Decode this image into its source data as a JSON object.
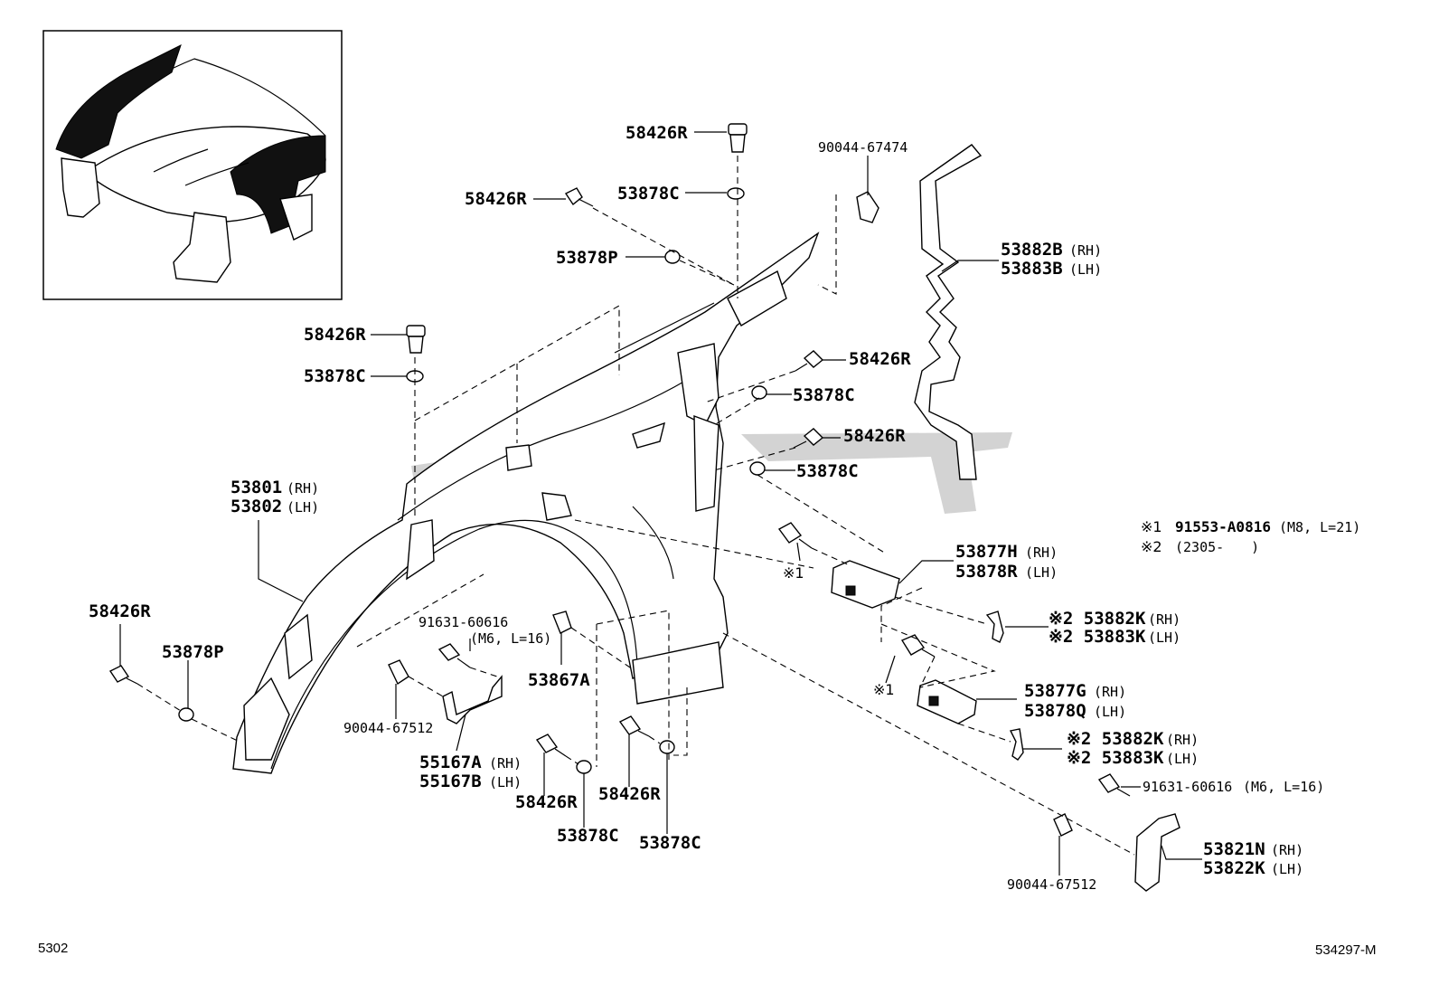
{
  "callouts": {
    "c58426R_top": "58426R",
    "c53878C_top": "53878C",
    "c58426R_left": "58426R",
    "c53878P_mid": "53878P",
    "c90044_67474": "90044-67474",
    "c53882B": "53882B",
    "c53882B_side": "(RH)",
    "c53883B": "53883B",
    "c53883B_side": "(LH)",
    "c58426R_a": "58426R",
    "c53878C_a": "53878C",
    "c58426R_right1": "58426R",
    "c53878C_right1": "53878C",
    "c58426R_right2": "58426R",
    "c53878C_right2": "53878C",
    "c53801": "53801",
    "c53801_side": "(RH)",
    "c53802": "53802",
    "c53802_side": "(LH)",
    "c58426R_far": "58426R",
    "c53878P_far": "53878P",
    "c91631_60616": "91631-60616",
    "c91631_spec": "(M6, L=16)",
    "c53867A": "53867A",
    "c90044_67512_l": "90044-67512",
    "c55167A": "55167A",
    "c55167A_side": "(RH)",
    "c55167B": "55167B",
    "c55167B_side": "(LH)",
    "c58426R_b1": "58426R",
    "c53878C_b1": "53878C",
    "c58426R_b2": "58426R",
    "c53878C_b2": "53878C",
    "mark1_a": "※1",
    "mark1_b": "※1",
    "c53877H": "53877H",
    "c53877H_side": "(RH)",
    "c53878R": "53878R",
    "c53878R_side": "(LH)",
    "c53882K_1": "※2 53882K",
    "c53882K_1_side": "(RH)",
    "c53883K_1": "※2 53883K",
    "c53883K_1_side": "(LH)",
    "c53877G": "53877G",
    "c53877G_side": "(RH)",
    "c53878Q": "53878Q",
    "c53878Q_side": "(LH)",
    "c53882K_2": "※2 53882K",
    "c53882K_2_side": "(RH)",
    "c53883K_2": "※2 53883K",
    "c53883K_2_side": "(LH)",
    "c91631_60616_r": "91631-60616",
    "c91631_spec_r": "(M6, L=16)",
    "c90044_67512_r": "90044-67512",
    "c53821N": "53821N",
    "c53821N_side": "(RH)",
    "c53822K": "53822K",
    "c53822K_side": "(LH)"
  },
  "notes": {
    "note1_mark": "※1",
    "note1_part": "91553-A0816",
    "note1_spec": "(M8, L=21)",
    "note2_mark": "※2",
    "note2_text": "(2305-　　)"
  },
  "footer": {
    "page_code": "5302",
    "figure_code": "534297-M"
  }
}
